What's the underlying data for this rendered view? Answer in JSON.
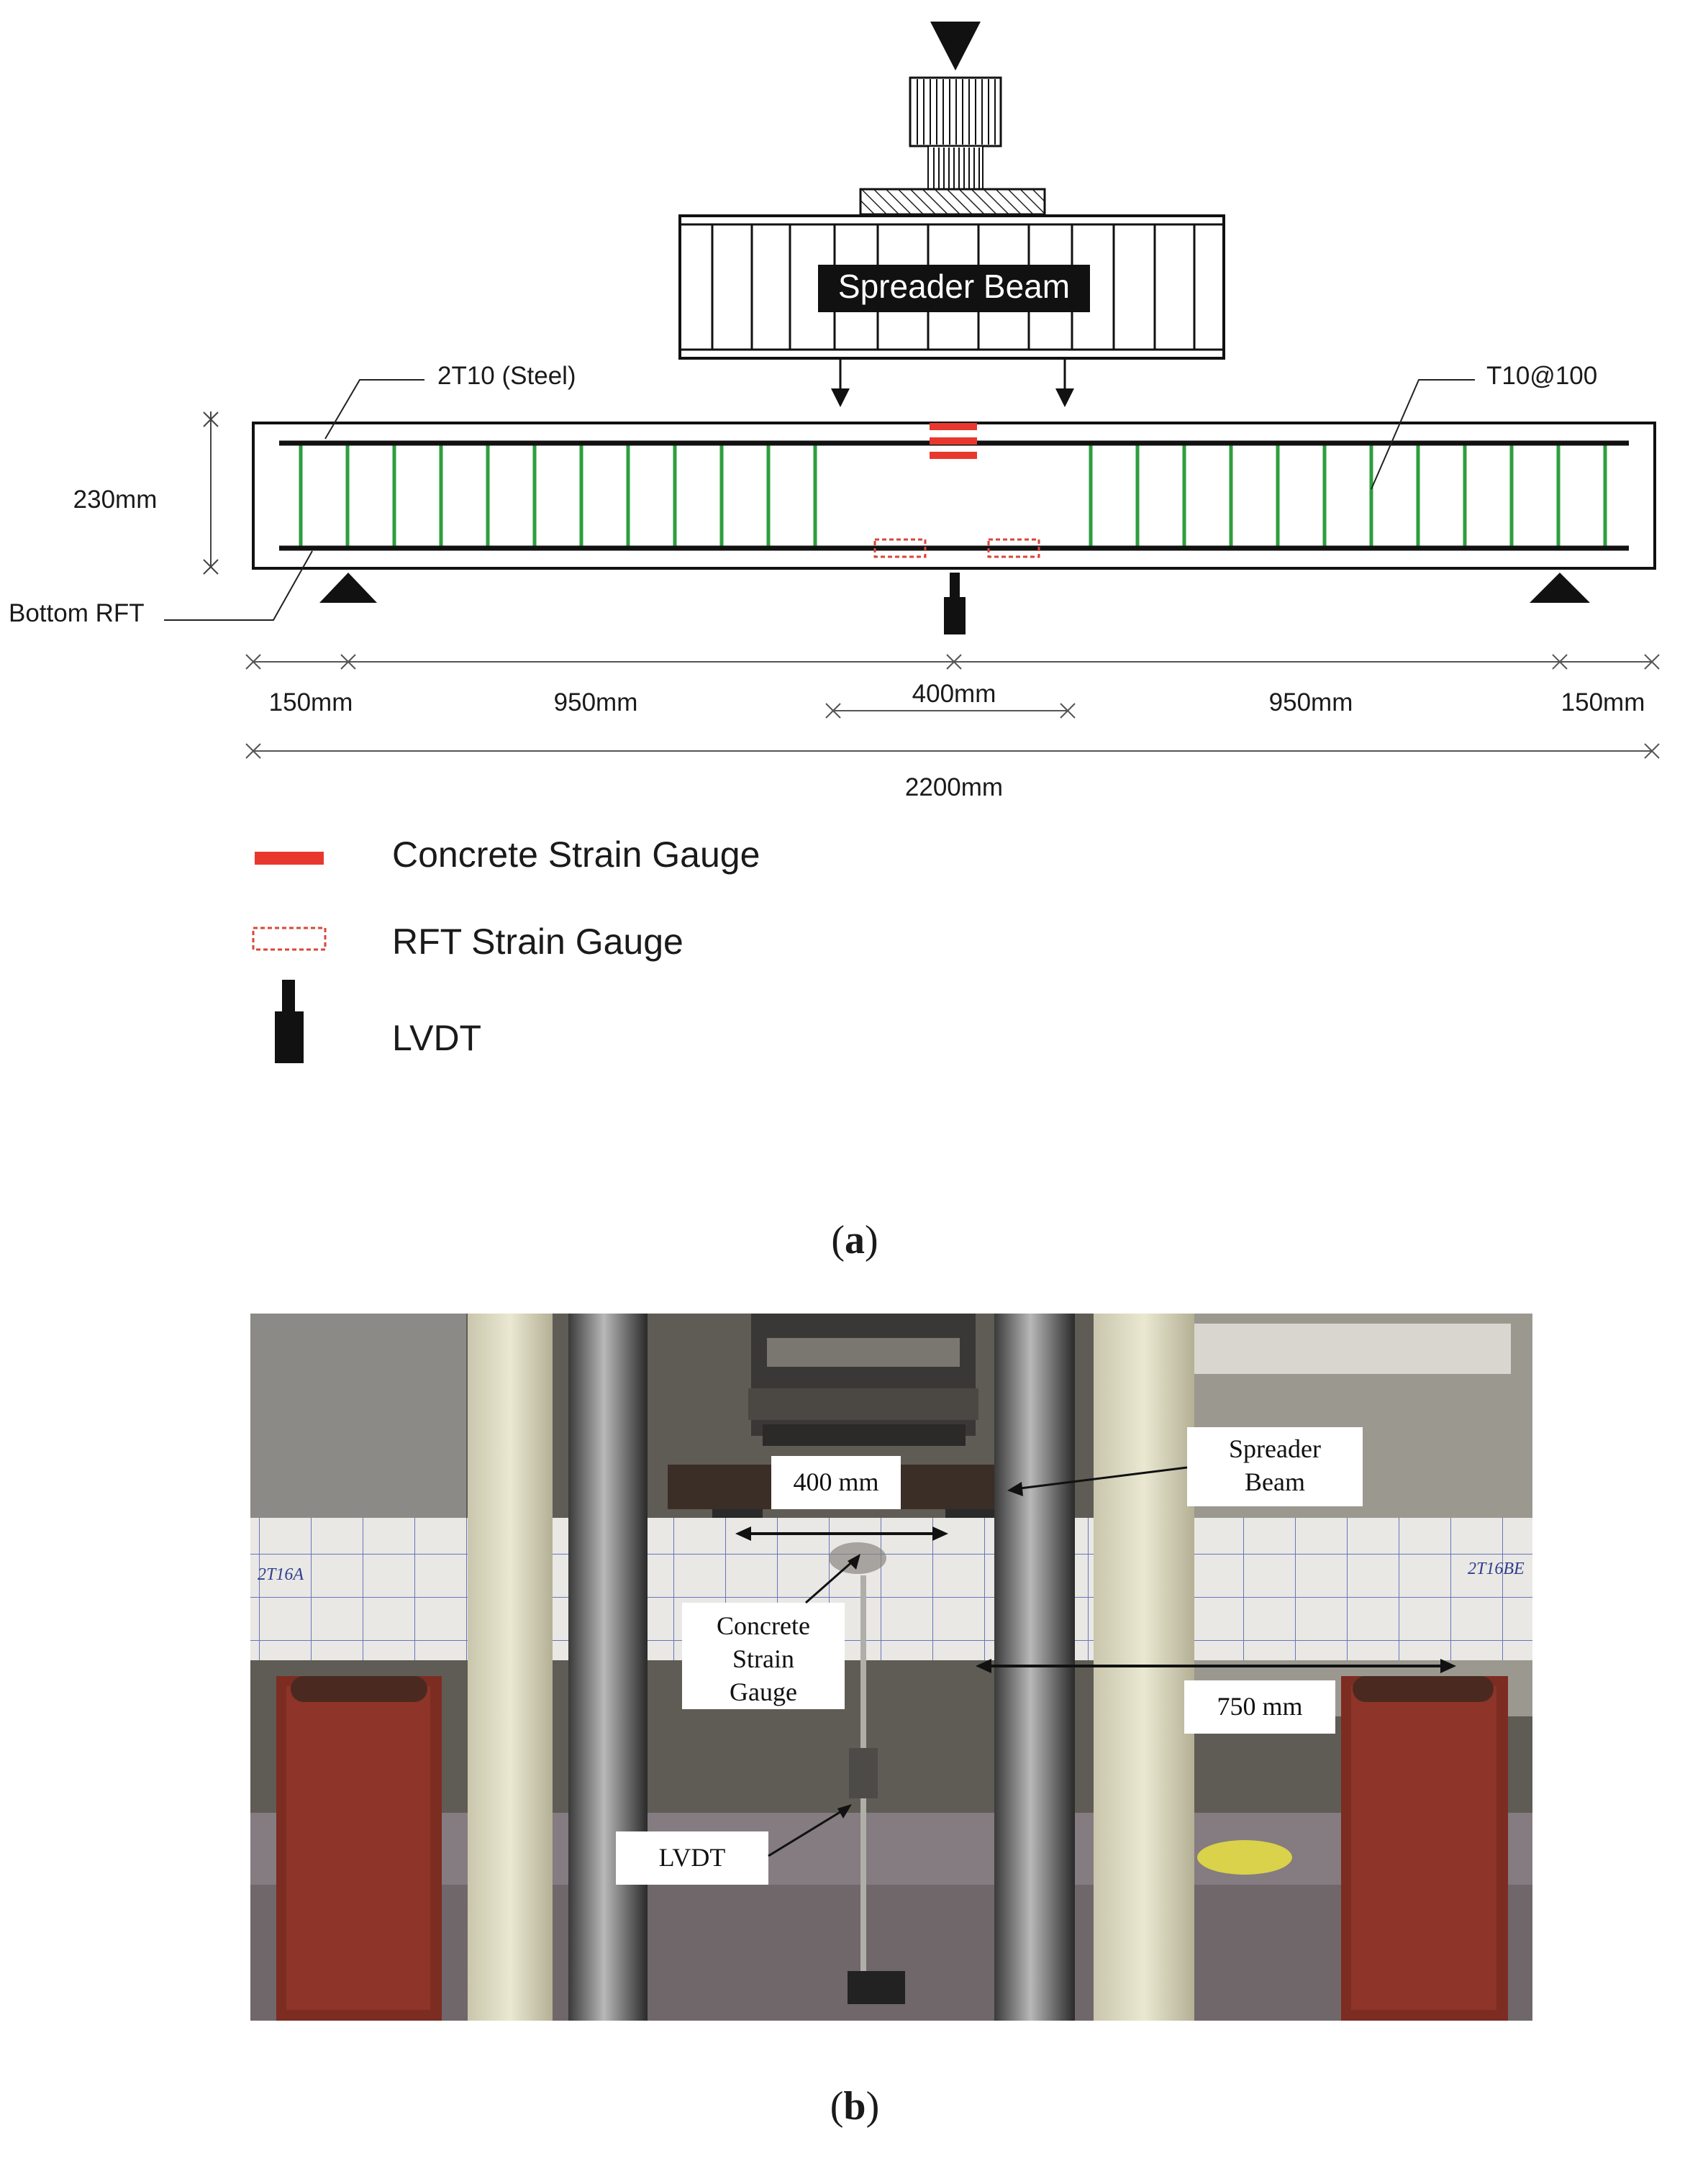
{
  "panel_a": {
    "spreader_beam_label": "Spreader Beam",
    "top_steel_label": "2T10 (Steel)",
    "stirrups_label": "T10@100",
    "bottom_rft_label": "Bottom RFT",
    "depth_label": "230mm",
    "dims": {
      "left_overhang": "150mm",
      "left_shear_span": "950mm",
      "load_spacing": "400mm",
      "right_shear_span": "950mm",
      "right_overhang": "150mm",
      "total_length": "2200mm"
    },
    "legend": {
      "concrete_gauge": "Concrete Strain Gauge",
      "rft_gauge": "RFT Strain Gauge",
      "lvdt": "LVDT"
    },
    "colors": {
      "stirrup": "#2e9e3e",
      "concrete_gauge": "#e8382d",
      "rft_gauge": "#d9463a",
      "steel": "#111111"
    },
    "caption_letter": "a"
  },
  "panel_b": {
    "callouts": {
      "load_spacing": "400 mm",
      "spreader_beam_line1": "Spreader",
      "spreader_beam_line2": "Beam",
      "gauge_line1": "Concrete",
      "gauge_line2": "Strain",
      "gauge_line3": "Gauge",
      "shear_span": "750 mm",
      "lvdt": "LVDT"
    },
    "beam_marks": {
      "left": "2T16A",
      "right": "2T16BE"
    },
    "caption_letter": "b"
  }
}
